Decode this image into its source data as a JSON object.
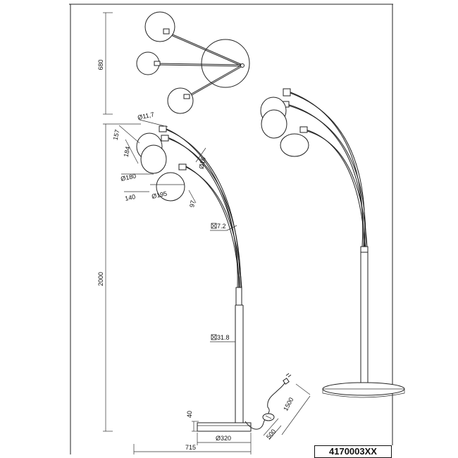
{
  "product_code": "4170003XX",
  "dimensions": {
    "top_view_depth": "680",
    "total_height": "2000",
    "base_height": "40",
    "footprint_width": "715",
    "base_diameter": "Ø320",
    "shade_top_height": "157",
    "shade_mid_height": "184",
    "shade_diameter_small": "Ø180",
    "shade_offset": "140",
    "shade_diameter_large": "Ø195",
    "shade_drop": "97",
    "arm_tube": "Ø11,7",
    "arm_tube_2": "Ø16",
    "arm_square": "7.2",
    "pole_square": "31.8",
    "cable_switch": "500",
    "cable_total": "1500"
  }
}
